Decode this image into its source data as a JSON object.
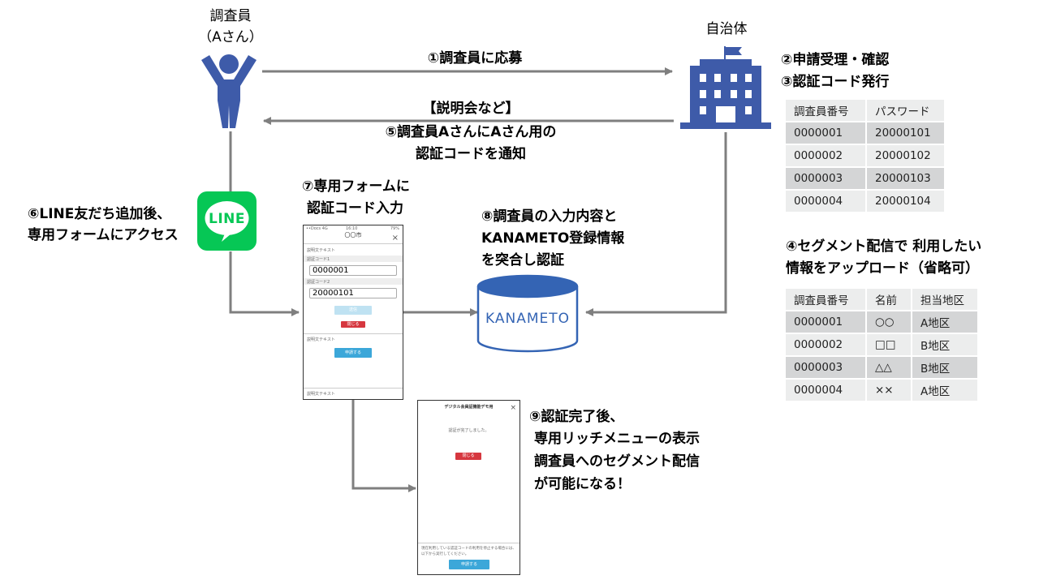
{
  "investigator": {
    "title": "調査員",
    "subtitle": "（Aさん）"
  },
  "municipality": {
    "title": "自治体"
  },
  "steps": {
    "s1": "①調査員に応募",
    "s2": "②申請受理・確認",
    "s3": "③認証コード発行",
    "s4_line1": "④セグメント配信で 利用したい",
    "s4_line2": "情報をアップロード（省略可）",
    "s5_line1": "【説明会など】",
    "s5_line2": "⑤調査員AさんにAさん用の",
    "s5_line3": "認証コードを通知",
    "s6_line1": "⑥LINE友だち追加後、",
    "s6_line2": "専用フォームにアクセス",
    "s7_line1": "⑦専用フォームに",
    "s7_line2": "認証コード入力",
    "s8_line1": "⑧調査員の入力内容と",
    "s8_line2": "KANAMETO登録情報",
    "s8_line3": "を突合し認証",
    "s9_line1": "⑨認証完了後、",
    "s9_line2": "専用リッチメニューの表示",
    "s9_line3": "調査員へのセグメント配信",
    "s9_line4": "が可能になる！"
  },
  "line_logo": {
    "text": "LINE"
  },
  "db": {
    "label": "KANAMETO"
  },
  "code_table": {
    "headers": [
      "調査員番号",
      "パスワード"
    ],
    "rows": [
      [
        "0000001",
        "20000101"
      ],
      [
        "0000002",
        "20000102"
      ],
      [
        "0000003",
        "20000103"
      ],
      [
        "0000004",
        "20000104"
      ]
    ]
  },
  "segment_table": {
    "headers": [
      "調査員番号",
      "名前",
      "担当地区"
    ],
    "rows": [
      [
        "0000001",
        "○○",
        "A地区"
      ],
      [
        "0000002",
        "□□",
        "B地区"
      ],
      [
        "0000003",
        "△△",
        "B地区"
      ],
      [
        "0000004",
        "××",
        "A地区"
      ]
    ]
  },
  "form_phone": {
    "status_left": "••Docs 4G",
    "status_time": "16:10",
    "status_right": "79%",
    "title": "〇〇市",
    "close": "×",
    "desc1": "説明文テキスト",
    "label1": "認証コード1",
    "value1": "0000001",
    "label2": "認証コード2",
    "value2": "20000101",
    "submit": "送信",
    "close_btn": "閉じる",
    "desc2": "説明文テキスト",
    "apply": "申請する",
    "desc3": "説明文テキスト"
  },
  "done_phone": {
    "title": "デジタル会員証機能デモ用",
    "close": "×",
    "message": "認証が完了しました。",
    "close_btn": "閉じる",
    "footer": "現在利用している認証コードの利用を停止する場合には、以下から実行してください。",
    "apply": "申請する"
  },
  "colors": {
    "icon_blue": "#3e5ba9",
    "line_green": "#06c755",
    "arrow_gray": "#7f7f7f",
    "db_blue": "#3464b4"
  }
}
